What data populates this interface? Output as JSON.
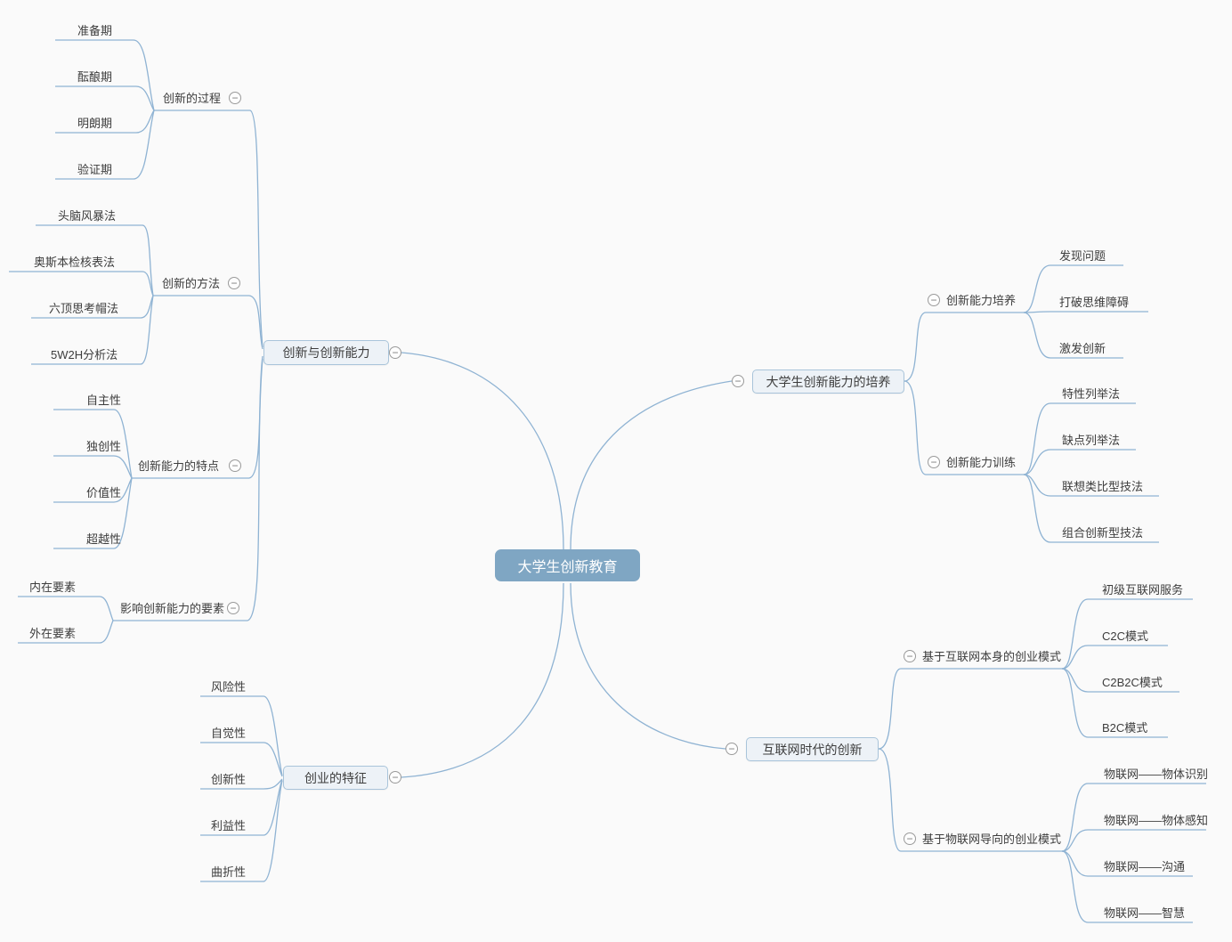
{
  "root": {
    "label": "大学生创新教育"
  },
  "icons": {
    "collapse": "−"
  },
  "colors": {
    "background": "#fafafa",
    "line": "#8fb3d3",
    "node_border": "#a9c4da",
    "node_fill": "#edf2f7",
    "central_fill": "#7fa6c3",
    "central_text": "#ffffff",
    "text": "#3d3d3d",
    "collapse_border": "#9a9a9a"
  },
  "branches": [
    {
      "label": "创新与创新能力",
      "subtopics": [
        {
          "label": "创新的过程",
          "children": [
            "准备期",
            "酝酿期",
            "明朗期",
            "验证期"
          ]
        },
        {
          "label": "创新的方法",
          "children": [
            "头脑风暴法",
            "奥斯本检核表法",
            "六顶思考帽法",
            "5W2H分析法"
          ]
        },
        {
          "label": "创新能力的特点",
          "children": [
            "自主性",
            "独创性",
            "价值性",
            "超越性"
          ]
        },
        {
          "label": "影响创新能力的要素",
          "children": [
            "内在要素",
            "外在要素"
          ]
        }
      ]
    },
    {
      "label": "大学生创新能力的培养",
      "subtopics": [
        {
          "label": "创新能力培养",
          "children": [
            "发现问题",
            "打破思维障碍",
            "激发创新"
          ]
        },
        {
          "label": "创新能力训练",
          "children": [
            "特性列举法",
            "缺点列举法",
            "联想类比型技法",
            "组合创新型技法"
          ]
        }
      ]
    },
    {
      "label": "创业的特征",
      "children": [
        "风险性",
        "自觉性",
        "创新性",
        "利益性",
        "曲折性"
      ]
    },
    {
      "label": "互联网时代的创新",
      "subtopics": [
        {
          "label": "基于互联网本身的创业模式",
          "children": [
            "初级互联网服务",
            "C2C模式",
            "C2B2C模式",
            "B2C模式"
          ]
        },
        {
          "label": "基于物联网导向的创业模式",
          "children": [
            "物联网——物体识别",
            "物联网——物体感知",
            "物联网——沟通",
            "物联网——智慧"
          ]
        }
      ]
    }
  ]
}
